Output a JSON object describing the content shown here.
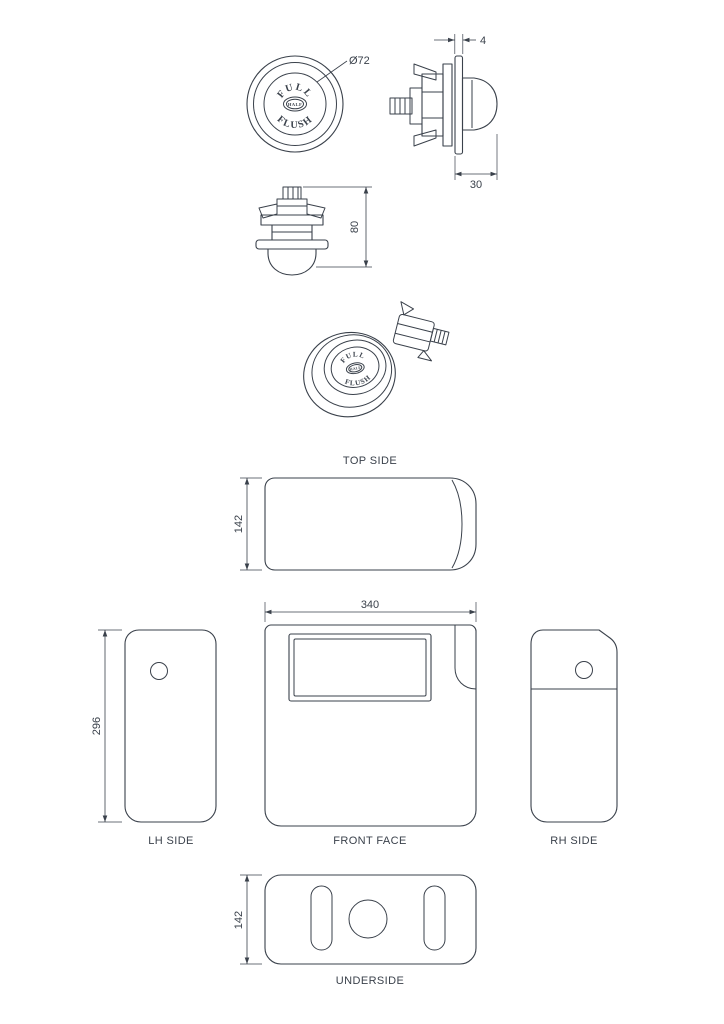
{
  "colors": {
    "ink": "#3a414b",
    "background": "#ffffff"
  },
  "flush_button": {
    "front_view": {
      "dim_diameter": "Ø72",
      "text_top": "FULL",
      "text_bottom": "FLUSH",
      "text_center": "HALF"
    },
    "side_view": {
      "dim_plate_thickness": "4",
      "dim_projection": "30"
    },
    "profile_view": {
      "dim_height": "80"
    },
    "perspective_view": {
      "text_top": "FULL",
      "text_bottom": "FLUSH",
      "text_center": "HALF"
    }
  },
  "cistern": {
    "top_view": {
      "label": "TOP SIDE",
      "dim_depth": "142"
    },
    "front_view": {
      "label": "FRONT FACE",
      "dim_width": "340"
    },
    "left_view": {
      "label": "LH SIDE",
      "dim_height": "296"
    },
    "right_view": {
      "label": "RH SIDE"
    },
    "underside_view": {
      "label": "UNDERSIDE",
      "dim_depth": "142"
    }
  }
}
